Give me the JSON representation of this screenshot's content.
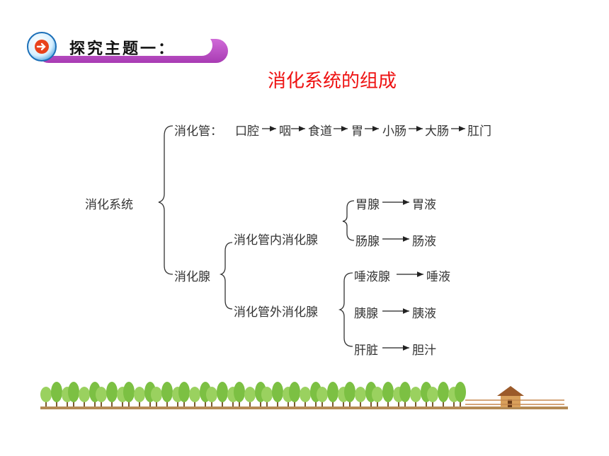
{
  "header": {
    "title": "探究主题一："
  },
  "subtitle": "消化系统的组成",
  "diagram": {
    "root": "消化系统",
    "tract": {
      "label": "消化管：",
      "chain": [
        "口腔",
        "咽",
        "食道",
        "胃",
        "小肠",
        "大肠",
        "肛门"
      ]
    },
    "glands": {
      "label": "消化腺",
      "inner": {
        "label": "消化管内消化腺",
        "items": [
          {
            "gland": "胃腺",
            "juice": "胃液"
          },
          {
            "gland": "肠腺",
            "juice": "肠液"
          }
        ]
      },
      "outer": {
        "label": "消化管外消化腺",
        "items": [
          {
            "gland": "唾液腺",
            "juice": "唾液"
          },
          {
            "gland": "胰腺",
            "juice": "胰液"
          },
          {
            "gland": "肝脏",
            "juice": "胆汁"
          }
        ]
      }
    }
  },
  "colors": {
    "accent": "#ee1111",
    "banner": "#b44bbf",
    "tree": "#7cc043"
  }
}
